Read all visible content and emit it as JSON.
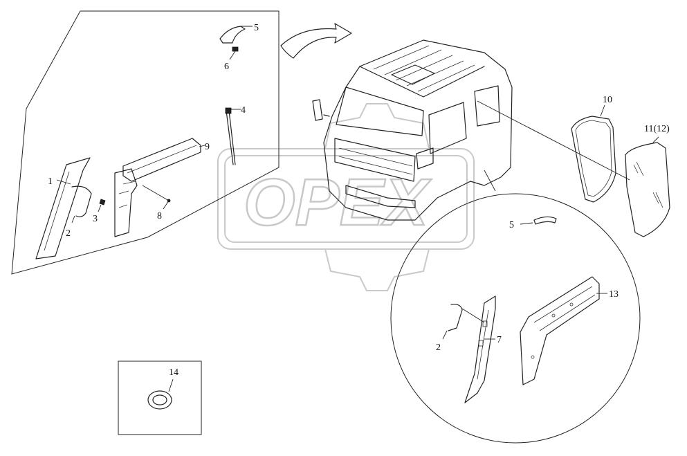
{
  "watermark": {
    "text": "OPEX"
  },
  "callouts": [
    {
      "id": "1",
      "label": "1"
    },
    {
      "id": "2a",
      "label": "2"
    },
    {
      "id": "3",
      "label": "3"
    },
    {
      "id": "4",
      "label": "4"
    },
    {
      "id": "5a",
      "label": "5"
    },
    {
      "id": "6",
      "label": "6"
    },
    {
      "id": "8",
      "label": "8"
    },
    {
      "id": "9",
      "label": "9"
    },
    {
      "id": "10",
      "label": "10"
    },
    {
      "id": "11",
      "label": "11(12)"
    },
    {
      "id": "5b",
      "label": "5"
    },
    {
      "id": "13",
      "label": "13"
    },
    {
      "id": "2b",
      "label": "2"
    },
    {
      "id": "7",
      "label": "7"
    },
    {
      "id": "14",
      "label": "14"
    }
  ]
}
